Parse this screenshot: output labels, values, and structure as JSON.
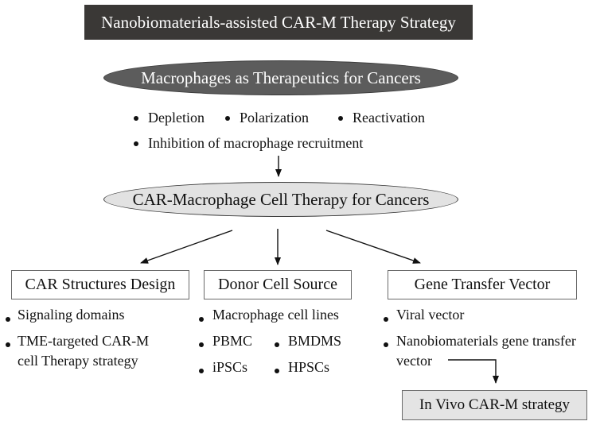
{
  "title": "Nanobiomaterials-assisted CAR-M Therapy Strategy",
  "therapeutics": {
    "label": "Macrophages as Therapeutics for Cancers",
    "bullets": [
      "Depletion",
      "Polarization",
      "Reactivation",
      "Inhibition of macrophage recruitment"
    ]
  },
  "cell_therapy": {
    "label": "CAR-Macrophage Cell Therapy for Cancers"
  },
  "branches": {
    "car_structures": {
      "title": "CAR Structures Design",
      "items": [
        "Signaling domains",
        "TME-targeted CAR-M",
        "cell Therapy strategy"
      ]
    },
    "donor_cell": {
      "title": "Donor Cell Source",
      "items": [
        "Macrophage cell lines",
        "PBMC",
        "BMDMS",
        "iPSCs",
        "HPSCs"
      ]
    },
    "gene_transfer": {
      "title": "Gene Transfer Vector",
      "items": [
        "Viral vector",
        "Nanobiomaterials gene transfer",
        "vector"
      ]
    }
  },
  "in_vivo": {
    "label": "In Vivo CAR-M strategy"
  },
  "colors": {
    "title_bg": "#3a3836",
    "ellipse_dark": "#5c5c5c",
    "ellipse_light": "#e2e2e2",
    "box_border": "#6a6a6a",
    "in_vivo_bg": "#e4e4e4"
  }
}
